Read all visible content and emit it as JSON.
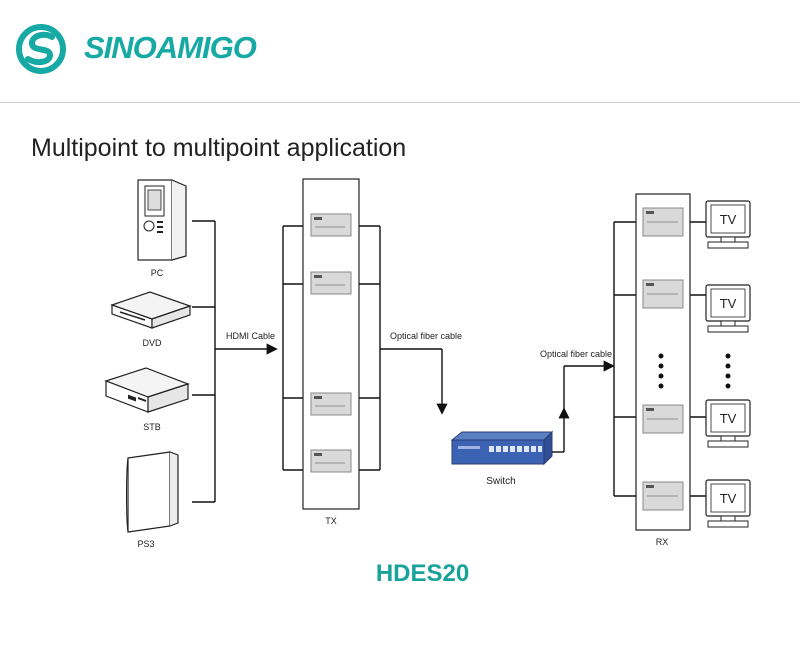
{
  "brand": {
    "name": "SINOAMIGO",
    "accent": "#17a9a3"
  },
  "title": "Multipoint to multipoint  application",
  "model": "HDES20",
  "sources": [
    "PC",
    "DVD",
    "STB",
    "PS3"
  ],
  "labels": {
    "hdmi_cable": "HDMI Cable",
    "optical_tx": "Optical fiber cable",
    "optical_rx": "Optical fiber cable",
    "switch": "Switch",
    "tx": "TX",
    "rx": "RX"
  },
  "tv_label": "TV",
  "tvs": [
    "TV",
    "TV",
    "TV",
    "TV"
  ]
}
